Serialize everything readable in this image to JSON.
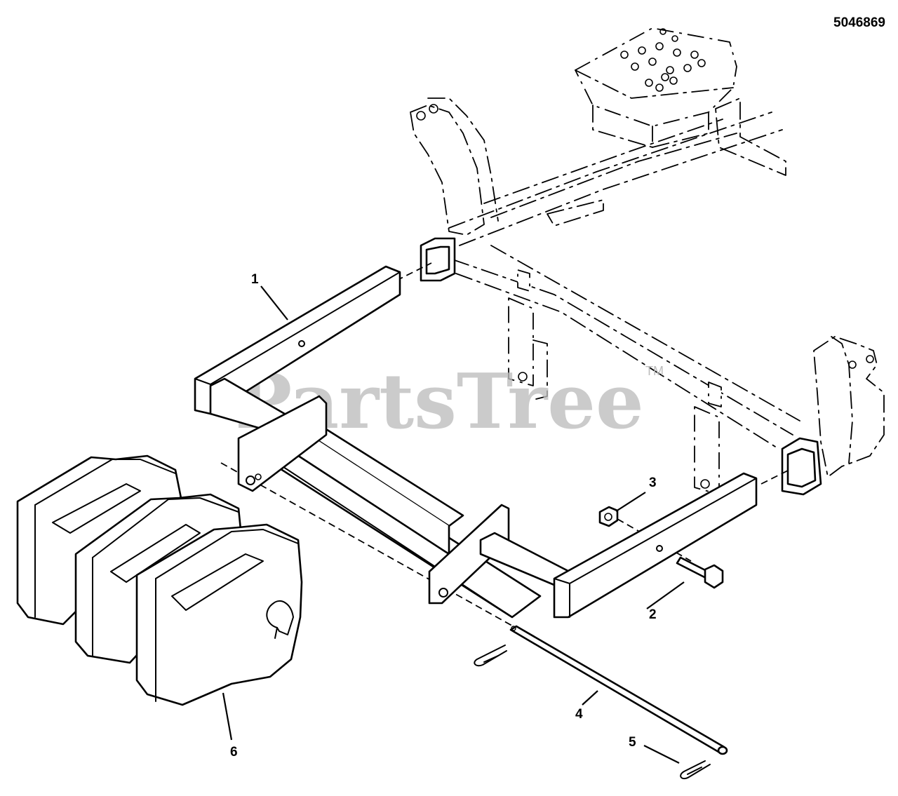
{
  "document": {
    "drawing_number": "5046869"
  },
  "watermark": {
    "text": "PartsTree",
    "trademark": "TM"
  },
  "callouts": [
    {
      "id": "1",
      "label": "1"
    },
    {
      "id": "2",
      "label": "2"
    },
    {
      "id": "3",
      "label": "3"
    },
    {
      "id": "4",
      "label": "4"
    },
    {
      "id": "5",
      "label": "5"
    },
    {
      "id": "6",
      "label": "6"
    }
  ],
  "colors": {
    "line": "#000000",
    "background": "#ffffff",
    "watermark": "#bdbdbd"
  }
}
